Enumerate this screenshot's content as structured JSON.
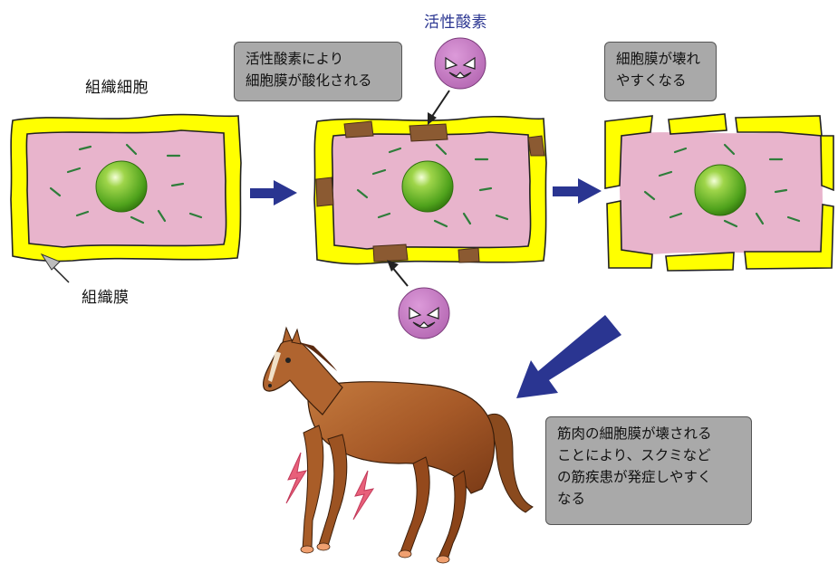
{
  "labels": {
    "tissue_cell": "組織細胞",
    "tissue_membrane": "組織膜",
    "active_oxygen": "活性酸素"
  },
  "callouts": {
    "oxidation": [
      "活性酸素により",
      "細胞膜が酸化される"
    ],
    "fragile": [
      "細胞膜が壊れ",
      "やすくなる"
    ],
    "disease": [
      "筋肉の細胞膜が壊される",
      "ことにより、スクミなど",
      "の筋疾患が発症しやすく",
      "なる"
    ]
  },
  "colors": {
    "membrane": "#ffff00",
    "cytoplasm": "#e8b4cc",
    "nucleus": "#66bb33",
    "oxidized": "#8b5a32",
    "arrow": "#2a3591",
    "radical": "#c276c2",
    "horse": "#b0642f",
    "pain_mark": "#e8607a"
  }
}
